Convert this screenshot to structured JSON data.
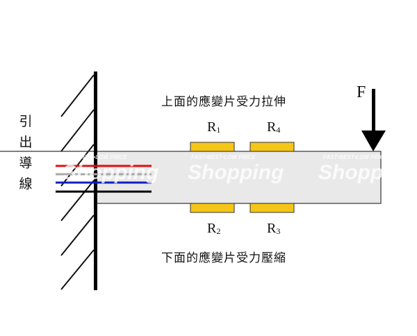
{
  "labels": {
    "top_caption": "上面的應變片受力拉伸",
    "bottom_caption": "下面的應變片受力壓縮",
    "lead_wires": [
      "引",
      "出",
      "導",
      "線"
    ],
    "force": "F",
    "gauges": [
      {
        "letter": "R",
        "sub": "1"
      },
      {
        "letter": "R",
        "sub": "4"
      },
      {
        "letter": "R",
        "sub": "2"
      },
      {
        "letter": "R",
        "sub": "3"
      }
    ]
  },
  "watermark": {
    "tagline": "FAST•BEST•LOW PRICE",
    "brand": "Shopping"
  },
  "colors": {
    "beam": "#e9e9e9",
    "gauge": "#f5c518",
    "wire_red": "#e01010",
    "wire_gray": "#a8a8a8",
    "wire_blue": "#1020c0",
    "wire_black": "#000000"
  }
}
